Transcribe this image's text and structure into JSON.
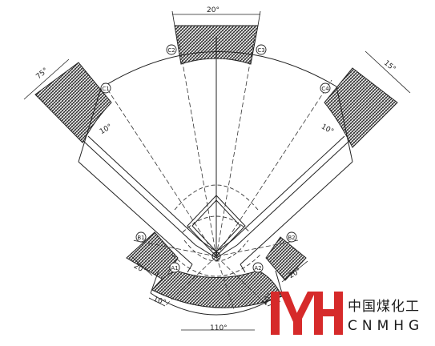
{
  "diagram": {
    "angle_labels": {
      "top": "20°",
      "left_upper": "75°",
      "right_upper": "15°",
      "left_inner": "10°",
      "right_inner": "10°",
      "left_lower": "20°",
      "right_lower": "20°",
      "left_bottom": "10°",
      "right_bottom": "10°",
      "bottom": "110°"
    },
    "markers": {
      "c1": "C1",
      "c2": "C2",
      "c3": "C3",
      "c4": "C4",
      "b1": "B1",
      "b2": "B2",
      "a1": "A1",
      "a2": "A2"
    }
  },
  "logo": {
    "mark_color": "#d62a2a",
    "text_cn": "中国煤化工",
    "text_en": "CNMHG"
  }
}
